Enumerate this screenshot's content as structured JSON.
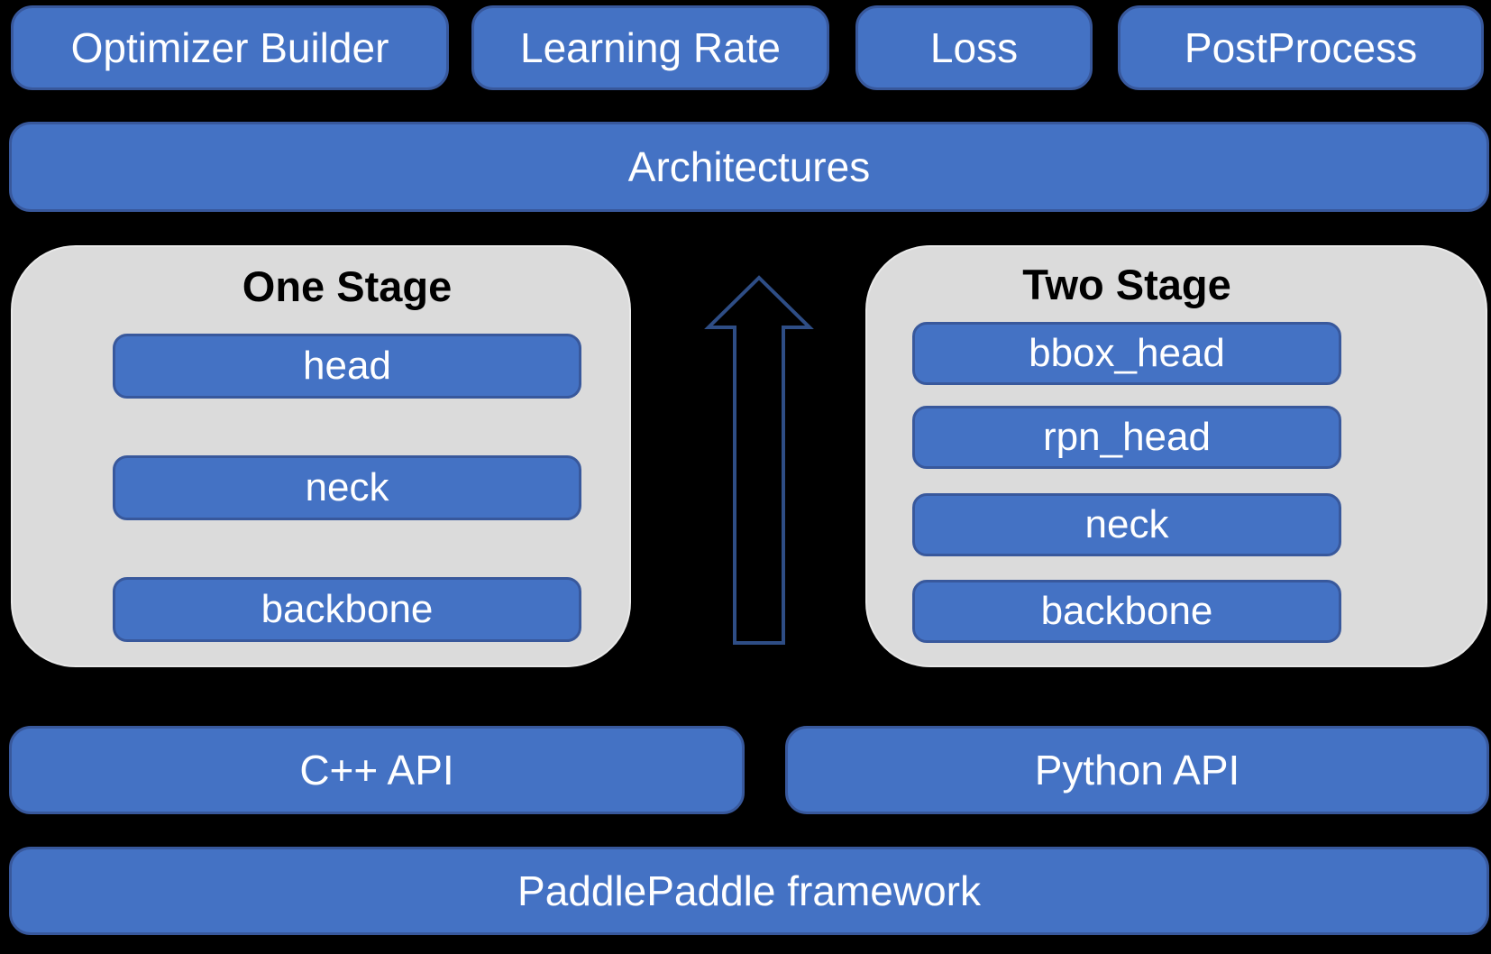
{
  "colors": {
    "background": "#000000",
    "box_fill": "#4472c4",
    "box_border": "#38589c",
    "panel_fill": "#dbdbdb",
    "arrow_outline": "#2e4d85",
    "box_text": "#ffffff",
    "title_text": "#000000"
  },
  "top_row": [
    {
      "label": "Optimizer Builder"
    },
    {
      "label": "Learning Rate"
    },
    {
      "label": "Loss"
    },
    {
      "label": "PostProcess"
    }
  ],
  "architectures": {
    "label": "Architectures"
  },
  "one_stage": {
    "title": "One Stage",
    "layers": [
      {
        "label": "head"
      },
      {
        "label": "neck"
      },
      {
        "label": "backbone"
      }
    ]
  },
  "two_stage": {
    "title": "Two Stage",
    "layers": [
      {
        "label": "bbox_head"
      },
      {
        "label": "rpn_head"
      },
      {
        "label": "neck"
      },
      {
        "label": "backbone"
      }
    ]
  },
  "api_row": [
    {
      "label": "C++ API"
    },
    {
      "label": "Python API"
    }
  ],
  "framework": {
    "label": "PaddlePaddle framework"
  },
  "icons": {
    "up_arrow": "up-arrow"
  }
}
